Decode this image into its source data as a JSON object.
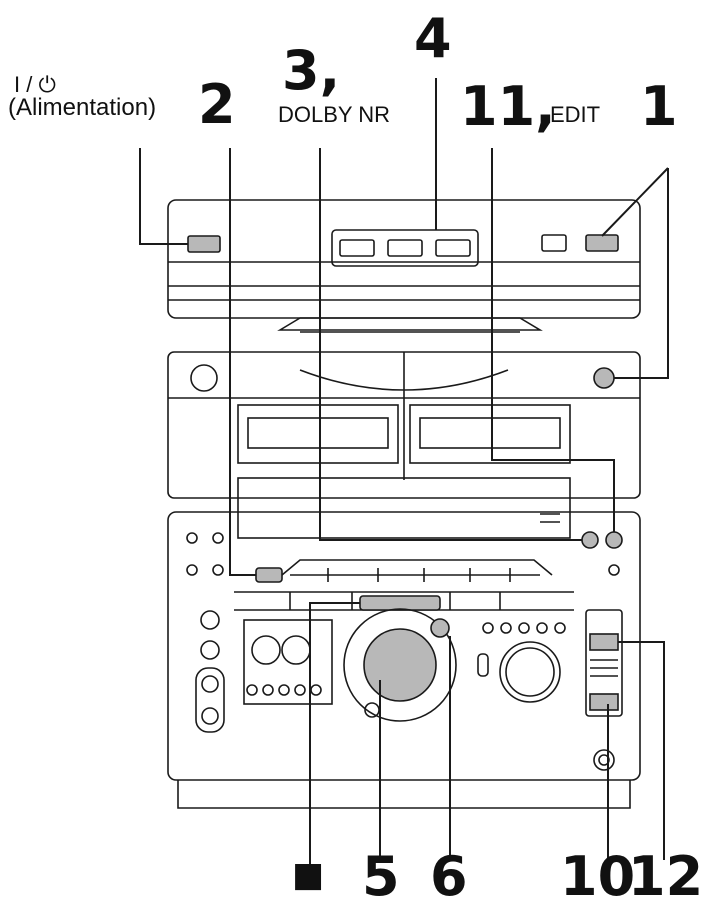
{
  "labels": {
    "power_symbol": "I / ⏻",
    "power_text": "(Alimentation)",
    "n2": "2",
    "n3": "3,",
    "dolby": "DOLBY NR",
    "n4": "4",
    "n11": "11,",
    "edit": "EDIT",
    "n1": "1",
    "stop": "■",
    "n5": "5",
    "n6": "6",
    "n10": "10",
    "n12": "12"
  },
  "colors": {
    "line": "#1a1a1a",
    "highlight": "#b8b8b8",
    "panel": "#ffffff"
  }
}
